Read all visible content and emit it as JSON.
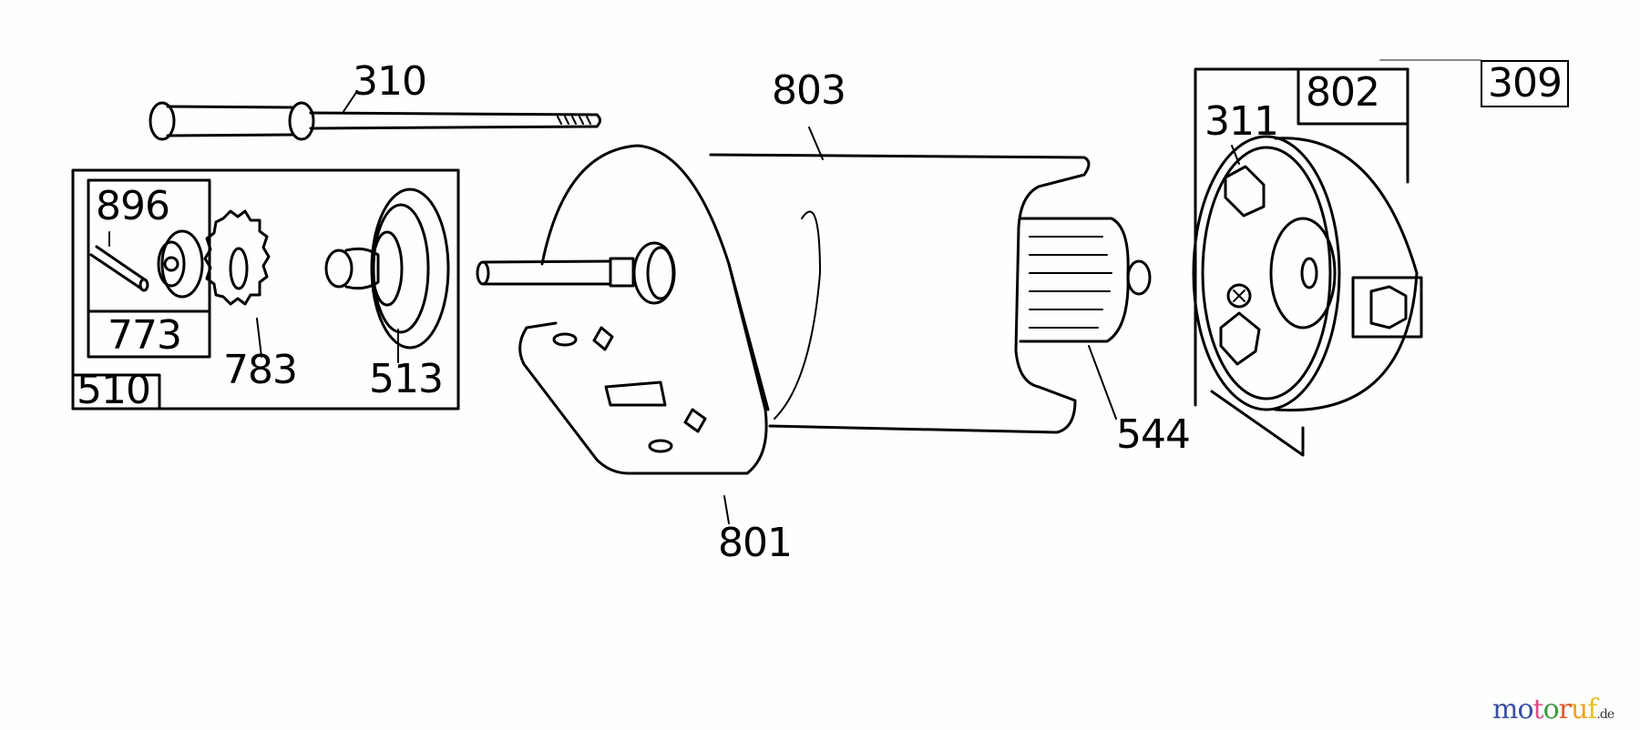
{
  "diagram": {
    "type": "exploded-parts-diagram",
    "subject": "electric starter motor assembly",
    "callouts": [
      {
        "id": "310",
        "label": "310",
        "part": "through bolt"
      },
      {
        "id": "803",
        "label": "803",
        "part": "starter housing"
      },
      {
        "id": "802",
        "label": "802",
        "part": "end cap assembly",
        "boxed": true
      },
      {
        "id": "309",
        "label": "309",
        "part": "starter motor assembly",
        "boxed": true
      },
      {
        "id": "311",
        "label": "311",
        "part": "brush"
      },
      {
        "id": "896",
        "label": "896",
        "part": "roll pin / retainer",
        "boxed": true
      },
      {
        "id": "773",
        "label": "773",
        "part": "pinion retainer kit",
        "boxed": true
      },
      {
        "id": "510",
        "label": "510",
        "part": "drive kit",
        "boxed": true
      },
      {
        "id": "783",
        "label": "783",
        "part": "pinion gear"
      },
      {
        "id": "513",
        "label": "513",
        "part": "helix / drive assembly"
      },
      {
        "id": "544",
        "label": "544",
        "part": "armature"
      },
      {
        "id": "801",
        "label": "801",
        "part": "drive end cap / mounting bracket"
      }
    ]
  },
  "watermark": {
    "letters": [
      {
        "ch": "m",
        "color": "#3a4fa0"
      },
      {
        "ch": "o",
        "color": "#3a4fa0"
      },
      {
        "ch": "t",
        "color": "#d94f8a"
      },
      {
        "ch": "o",
        "color": "#3e9a3e"
      },
      {
        "ch": "r",
        "color": "#e0572a"
      },
      {
        "ch": "u",
        "color": "#f0a020"
      },
      {
        "ch": "f",
        "color": "#e8c020"
      }
    ],
    "text": "motoruf",
    "tld": ".de"
  }
}
